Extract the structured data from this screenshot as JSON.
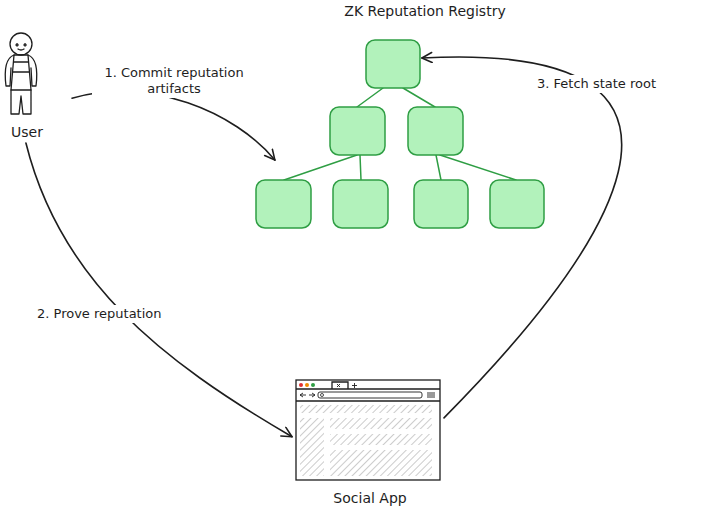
{
  "diagram": {
    "nodes": [
      {
        "text": [
          "User"
        ]
      },
      {
        "text": [
          "ZK Reputation Registry"
        ]
      },
      {
        "text": [
          "Social App"
        ]
      }
    ],
    "edges": [
      {
        "from": 0,
        "to": 1,
        "arrow": "to",
        "label": "1. Commit reputation artifacts"
      },
      {
        "from": 0,
        "to": 2,
        "arrow": "to",
        "label": "2. Prove reputation"
      },
      {
        "from": 2,
        "to": 1,
        "arrow": "to",
        "label": "3. Fetch state root"
      }
    ]
  }
}
